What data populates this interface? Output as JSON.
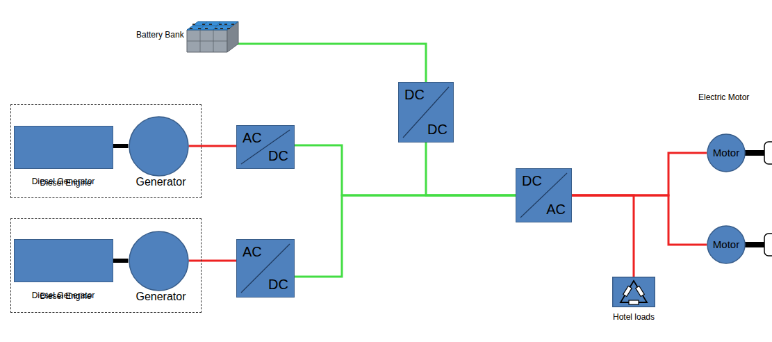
{
  "diagram": {
    "nodes": [
      {
        "text": [
          "Battery Bank"
        ]
      },
      {
        "text": [
          "Diesel Generator"
        ]
      },
      {
        "text": [
          "Diesel Engine"
        ],
        "in": 1
      },
      {
        "text": [
          "Generator"
        ],
        "in": 1
      },
      {
        "text": [
          "AC",
          "DC"
        ]
      },
      {
        "text": [
          "Diesel Generator"
        ]
      },
      {
        "text": [
          "Diesel Engine"
        ],
        "in": 5
      },
      {
        "text": [
          "Generator"
        ],
        "in": 5
      },
      {
        "text": [
          "AC",
          "DC"
        ]
      },
      {
        "text": [
          "DC",
          "DC"
        ]
      },
      {
        "text": [
          "DC",
          "AC"
        ]
      },
      {
        "text": [
          "Motor"
        ]
      },
      {
        "text": [
          "Motor"
        ]
      },
      {
        "text": [
          "Hotel loads"
        ]
      }
    ],
    "edges": [
      {
        "from": 0,
        "to": 9,
        "arrow": "none"
      },
      {
        "from": 2,
        "to": 3,
        "arrow": "none"
      },
      {
        "from": 3,
        "to": 4,
        "arrow": "none"
      },
      {
        "from": 6,
        "to": 7,
        "arrow": "none"
      },
      {
        "from": 7,
        "to": 8,
        "arrow": "none"
      },
      {
        "from": 4,
        "to": 10,
        "arrow": "none"
      },
      {
        "from": 8,
        "to": 10,
        "arrow": "none"
      },
      {
        "from": 9,
        "to": 10,
        "arrow": "none"
      },
      {
        "from": 10,
        "to": 11,
        "arrow": "none"
      },
      {
        "from": 10,
        "to": 12,
        "arrow": "none"
      },
      {
        "from": 10,
        "to": 13,
        "arrow": "none"
      }
    ],
    "labels": [
      "Electric Motor"
    ]
  }
}
